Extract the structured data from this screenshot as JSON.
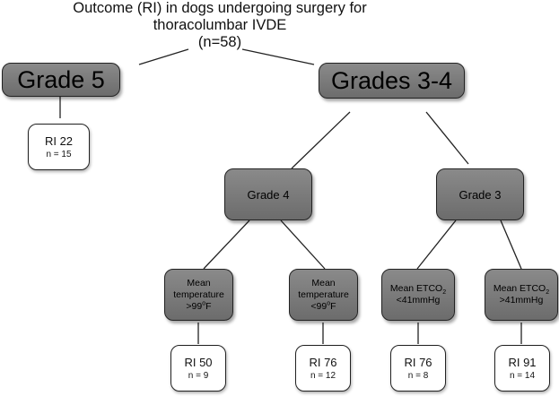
{
  "title": {
    "line1": "Outcome (RI) in dogs undergoing surgery for",
    "line2": "thoracolumbar IVDE",
    "line3": "(n=58)"
  },
  "nodes": {
    "grade5": "Grade 5",
    "grades34": "Grades 3-4",
    "grade4": "Grade 4",
    "grade3": "Grade 3",
    "temp_high": {
      "line1": "Mean",
      "line2": "temperature",
      "line3": ">99",
      "deg": "o",
      "unit": "F"
    },
    "temp_low": {
      "line1": "Mean",
      "line2": "temperature",
      "line3": "<99",
      "deg": "o",
      "unit": "F"
    },
    "etco2_low": {
      "line1": "Mean ETCO",
      "sub": "2",
      "line2": "<41mmHg"
    },
    "etco2_high": {
      "line1": "Mean ETCO",
      "sub": "2",
      "line2": ">41mmHg"
    }
  },
  "outcomes": {
    "grade5": {
      "ri": "RI 22",
      "n": "n = 15"
    },
    "temp_high": {
      "ri": "RI 50",
      "n": "n = 9"
    },
    "temp_low": {
      "ri": "RI 76",
      "n": "n = 12"
    },
    "etco2_low": {
      "ri": "RI 76",
      "n": "n = 8"
    },
    "etco2_high": {
      "ri": "RI 91",
      "n": "n = 14"
    }
  }
}
